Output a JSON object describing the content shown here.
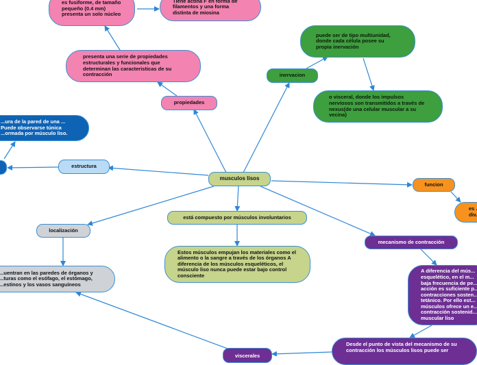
{
  "center": "musculos lisos",
  "nodes": {
    "propiedades": "propiedades",
    "propiedades_desc": "presenta una serie de propiedades estructurales y funcionales que determinan las caracteristicas de su contracción",
    "fusiforme": "es fusiforme, de tamaño pequeño (0.4 mm) presenta un solo núcleo",
    "actina": "Tiene actina F en forma de filamentos y una forma distinta de miosina",
    "inervacion": "inervacion",
    "inervacion_multiunidad": "puede ser de tipo multiunidad, donde cada célula posee su propia inervación",
    "inervacion_visceral": "o visceral, donde los impulsos nerviosos son transmitidos a través de nexus(de una celular muscular a su vecina)",
    "estructura": "estructura",
    "estructura_desc": "...ura de la pared de una ... Puede observarse túnica ...ormada por músculo liso.",
    "compuesto": "está compuesto por músculos involuntarios",
    "compuesto_desc": "Estos músculos empujan los materiales como el alimento o la sangre a través de los órganos A diferencia de los músculos esqueléticos, el músculo liso nunca puede estar bajo control consciente",
    "localizacion": "localización",
    "localizacion_desc": "...uentran en las paredes de órganos y ...turas como el esófago, el estómago, ...estinos y los vasos sanguíneos",
    "funcion": "funcion",
    "funcion_desc": "es ... div...",
    "mecanismo": "mecanismo de contracción",
    "mecanismo_desc1": "A diferencia del mús... esquelético, en el m... baja frecuencia de pe... acción es suficiente p... contracciones sosten... tetánico. Por ello est... músculos ofrece un e... contracción sostenid... muscular liso",
    "mecanismo_desc2": "Desde el punto de vista del mecanismo de su contracción los músculos lisos puede ser",
    "viscerales": "viscerales"
  },
  "colors": {
    "edge": "#2e86d6",
    "border": "#3a8fd1",
    "pink": "#f383b1",
    "green": "#3e9f3e",
    "olive": "#c6d48c",
    "blue": "#0e63b5",
    "light_blue": "#b9dbf5",
    "orange": "#f7921e",
    "grey": "#cfd2d6",
    "purple": "#6d2f93"
  }
}
